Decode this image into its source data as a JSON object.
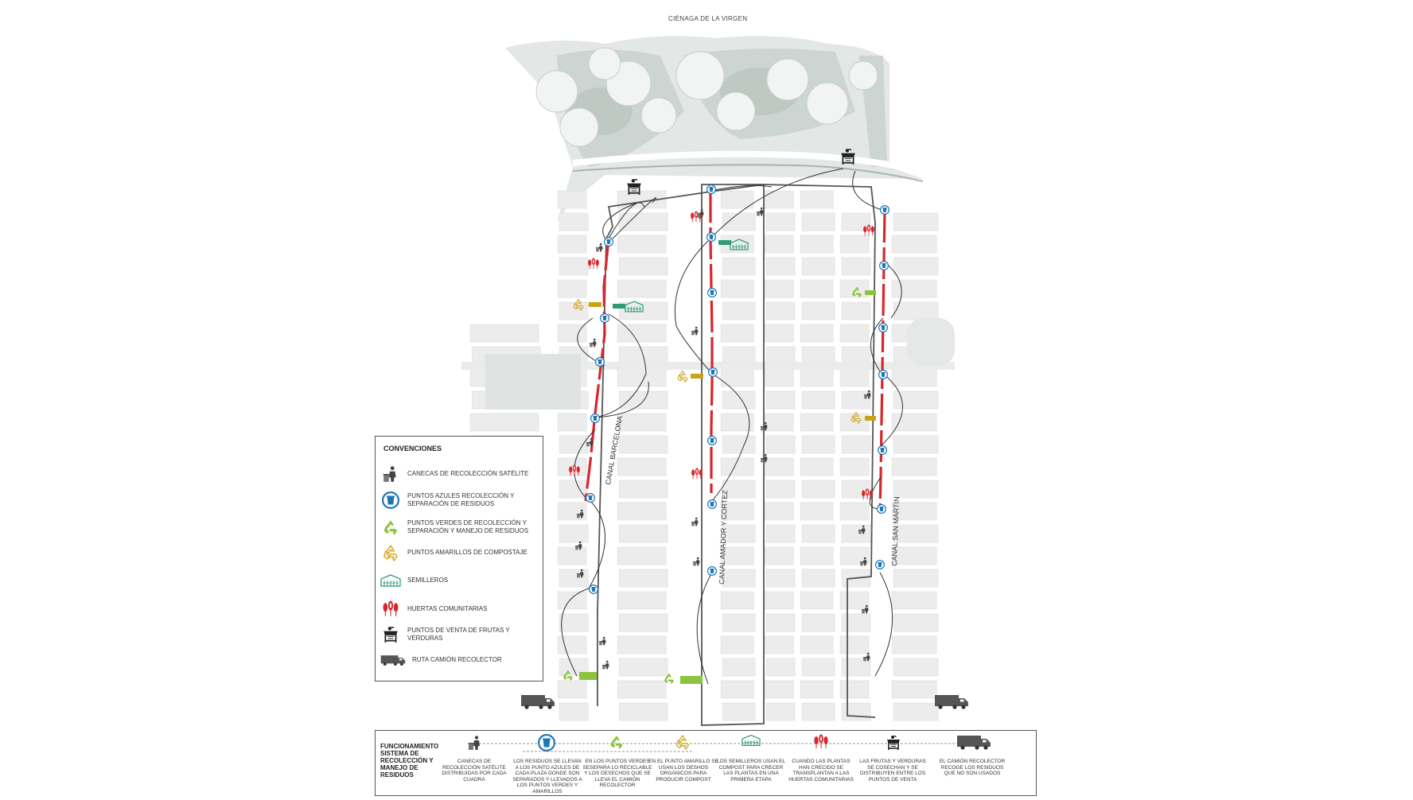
{
  "map": {
    "title": "CIÉNAGA DE LA VIRGEN",
    "canals": [
      {
        "name": "CANAL BARCELONA"
      },
      {
        "name": "CANAL AMADOR Y CORTEZ"
      },
      {
        "name": "CANAL SAN MARTIN"
      }
    ],
    "colors": {
      "canal_red": "#d9262b",
      "blue_point": "#1f76b4",
      "green_point": "#8cc43f",
      "yellow_point": "#d4a61c",
      "semillero": "#2f9a77",
      "huerta": "#d9262b",
      "water_area": "#cdd5d2",
      "truck": "#555555"
    },
    "icons": [
      "bin-icon",
      "blue-point-icon",
      "recycle-green-icon",
      "compost-yellow-icon",
      "greenhouse-icon",
      "garden-icon",
      "market-icon",
      "truck-icon"
    ]
  },
  "legend": {
    "title": "CONVENCIONES",
    "items": [
      {
        "icon": "bin-icon",
        "label": "CANECAS DE RECOLECCIÓN SATÉLITE"
      },
      {
        "icon": "blue-point-icon",
        "label": "PUNTOS AZULES RECOLECCIÓN Y SEPARACIÓN DE RESIDUOS"
      },
      {
        "icon": "recycle-green-icon",
        "label": "PUNTOS VERDES DE RECOLECCIÓN Y SEPARACIÓN Y MANEJO DE RESIDUOS"
      },
      {
        "icon": "compost-yellow-icon",
        "label": "PUNTOS AMARILLOS DE COMPOSTAJE"
      },
      {
        "icon": "greenhouse-icon",
        "label": "SEMILLEROS"
      },
      {
        "icon": "garden-icon",
        "label": "HUERTAS COMUNITARIAS"
      },
      {
        "icon": "market-icon",
        "label": "PUNTOS DE VENTA DE FRUTAS Y VERDURAS"
      },
      {
        "icon": "truck-icon",
        "label": "RUTA CAMIÓN RECOLECTOR"
      }
    ]
  },
  "flow": {
    "title": "FUNCIONAMIENTO SISTEMA DE RECOLECCIÓN Y MANEJO DE RESIDUOS",
    "steps": [
      {
        "icon": "bin-icon",
        "text": "CANECAS DE RECOLECCIÓN SATÉLITE DISTRIBUIDAS POR CADA CUADRA"
      },
      {
        "icon": "blue-point-icon",
        "text": "LOS RESIDUOS SE LLEVAN A LOS PUNTO AZULES DE CADA PLAZA DONDE SON SEPARADOS Y LLEVADOS A LOS PUNTOS VERDES Y AMARILLOS"
      },
      {
        "icon": "recycle-green-icon",
        "text": "EN LOS PUNTOS VERDES SESEPARA LO RECICLABLE Y LOS DESECHOS QUE SE LLEVA EL CAMIÓN RECOLECTOR"
      },
      {
        "icon": "compost-yellow-icon",
        "text": "EN EL PUNTO AMARILLO SE USAN LOS DESHOS ORGÁNICOS PARA PRODUCIR COMPOST"
      },
      {
        "icon": "greenhouse-icon",
        "text": "LOS SEMILLEROS USAN EL COMPOST PARA CRECER LAS PLANTAS EN UNA PRIMERA ETAPA"
      },
      {
        "icon": "garden-icon",
        "text": "CUANDO LAS PLANTAS HAN CRECIDO SE TRANSPLANTAN A LAS HUERTAS COMUNITARIAS"
      },
      {
        "icon": "market-icon",
        "text": "LAS FRUTAS Y VERDURAS SE COSECHAN Y SE DISTRIBUYEN ENTRE LOS PUNTOS DE VENTA"
      },
      {
        "icon": "truck-icon",
        "text": "EL CAMIÓN RECOLECTOR RECOGE LOS RESIDUOS QUE NO SON USADOS"
      }
    ]
  }
}
